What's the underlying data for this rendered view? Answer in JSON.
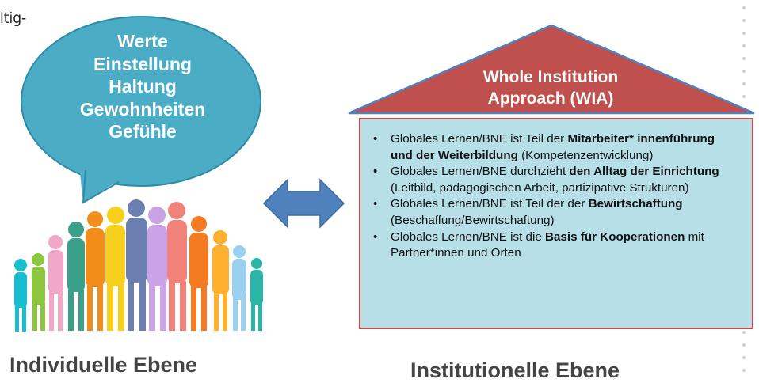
{
  "corner_text": "ltig-",
  "bubble": {
    "lines": [
      "Werte",
      "Einstellung",
      "Haltung",
      "Gewohnheiten",
      "Gefühle"
    ]
  },
  "house": {
    "roof_lines": [
      "Whole Institution",
      "Approach (WIA)"
    ],
    "items": [
      {
        "pre": "Globales Lernen/BNE ist Teil der ",
        "bold": "Mitarbeiter* innenführung und der Weiterbildung",
        "post": " (Kompetenzentwicklung)"
      },
      {
        "pre": "Globales Lernen/BNE durchzieht ",
        "bold": "den Alltag der Einrichtung",
        "post": " (Leitbild, pädagogischen Arbeit, partizipative Strukturen)"
      },
      {
        "pre": "Globales Lernen/BNE ist Teil der der ",
        "bold": "Bewirtschaftung",
        "post": " (Beschaffung/Bewirtschaftung)"
      },
      {
        "pre": "Globales Lernen/BNE ist die ",
        "bold": "Basis für Kooperationen",
        "post": " mit Partner*innen und Orten"
      }
    ]
  },
  "labels": {
    "individual": "Individuelle Ebene",
    "institutional": "Institutionelle Ebene"
  },
  "colors": {
    "bubble": "#4bacc6",
    "roof": "#c0504d",
    "roof_outline": "#4f81bd",
    "box_fill": "#b7dfe8",
    "box_border": "#c0504d",
    "arrow": "#4f81bd"
  }
}
